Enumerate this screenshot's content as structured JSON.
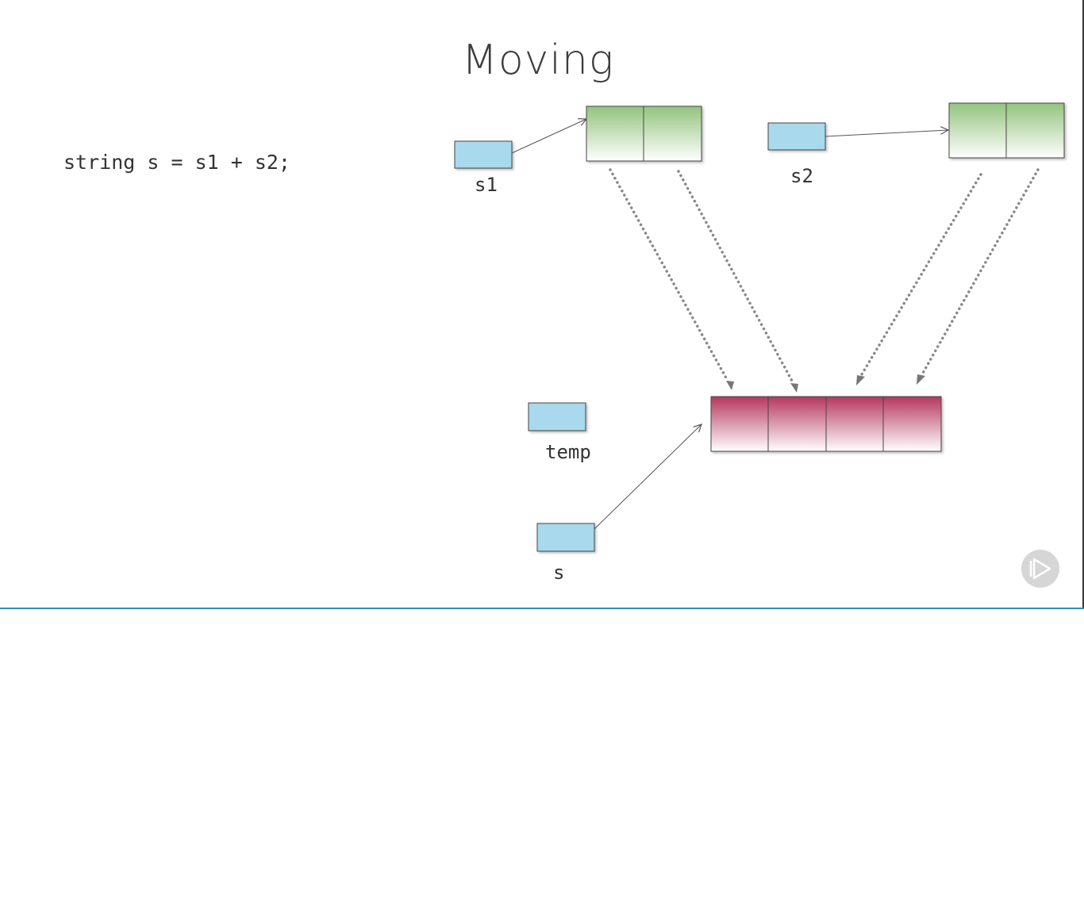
{
  "slide": {
    "title": "Moving",
    "code": "string s = s1 + s2;",
    "variables": {
      "s1": "s1",
      "s2": "s2",
      "temp": "temp",
      "s": "s"
    },
    "colors": {
      "pointer_box": "#a8d9ec",
      "s1_buffer": "#93c47d",
      "s2_buffer": "#93c47d",
      "result_buffer": "#b5375f",
      "arrow": "#555555",
      "copy_arrow": "#888888",
      "bottom_rule": "#2a8ec0"
    },
    "buffers": {
      "s1_cells": 2,
      "s2_cells": 2,
      "result_cells": 4
    },
    "logo_icon": "play-logo-icon"
  }
}
